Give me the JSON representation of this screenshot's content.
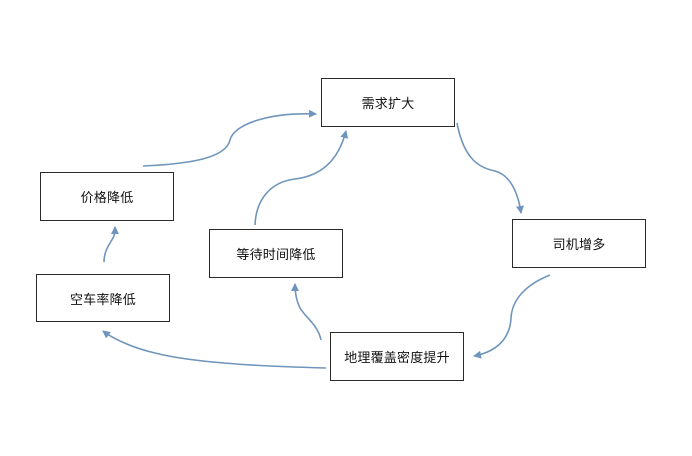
{
  "diagram": {
    "nodes": {
      "demand": "需求扩大",
      "drivers": "司机增多",
      "density": "地理覆盖密度提升",
      "empty_rate": "空车率降低",
      "price": "价格降低",
      "wait_time": "等待时间降低"
    },
    "edges": [
      {
        "from": "demand",
        "to": "drivers"
      },
      {
        "from": "drivers",
        "to": "density"
      },
      {
        "from": "density",
        "to": "empty_rate"
      },
      {
        "from": "density",
        "to": "wait_time"
      },
      {
        "from": "empty_rate",
        "to": "price"
      },
      {
        "from": "price",
        "to": "demand"
      },
      {
        "from": "wait_time",
        "to": "demand"
      }
    ],
    "colors": {
      "arrow": "#6f95bd",
      "box_border": "#2b2b2b",
      "text": "#111111",
      "background": "#ffffff"
    }
  }
}
